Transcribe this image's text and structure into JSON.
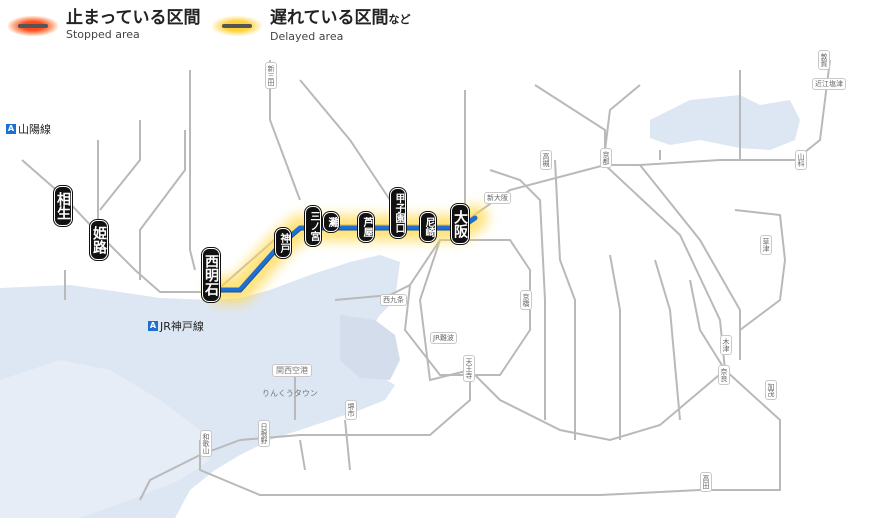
{
  "legend": {
    "stopped_ja": "止まっている区間",
    "stopped_en": "Stopped area",
    "delayed_ja": "遅れている区間",
    "delayed_suffix": "など",
    "delayed_en": "Delayed area"
  },
  "line_tags": {
    "sanyo": "山陽線",
    "kobe": "JR神戸線",
    "badge": "A"
  },
  "stations_major": {
    "aioi": "相生",
    "himeji": "姫路",
    "nishi_akashi": "西明石",
    "kobe": "神戸",
    "sannomiya": "三ノ宮",
    "nada": "灘",
    "ashiya": "芦屋",
    "koshienguchi": "甲子園口",
    "amagasaki": "尼崎",
    "osaka": "大阪"
  },
  "stations_minor": {
    "kansai_airport": "関西空港",
    "rinku": "りんくうタウン",
    "shin_osaka": "新大阪",
    "kyoto": "京都",
    "nishikujo": "西九条",
    "tennoji": "天王寺",
    "nara": "奈良",
    "jr_namba": "JR難波",
    "wakayama": "和歌山",
    "kamo": "加茂",
    "yamashina": "山科",
    "takatsuki": "高槻",
    "tsuruga": "敦賀",
    "omi_shiotsu": "近江塩津",
    "kusatsu": "草津",
    "kizu": "木津",
    "takada": "高田",
    "kyobashi": "京橋",
    "sakai": "堺市",
    "hineno": "日根野",
    "sannomiya_dummy": "新三田"
  },
  "colors": {
    "water": "#dde6f3",
    "track": "#b9b9b9",
    "route": "#1e6fd0",
    "glow": "#ffd84a"
  }
}
